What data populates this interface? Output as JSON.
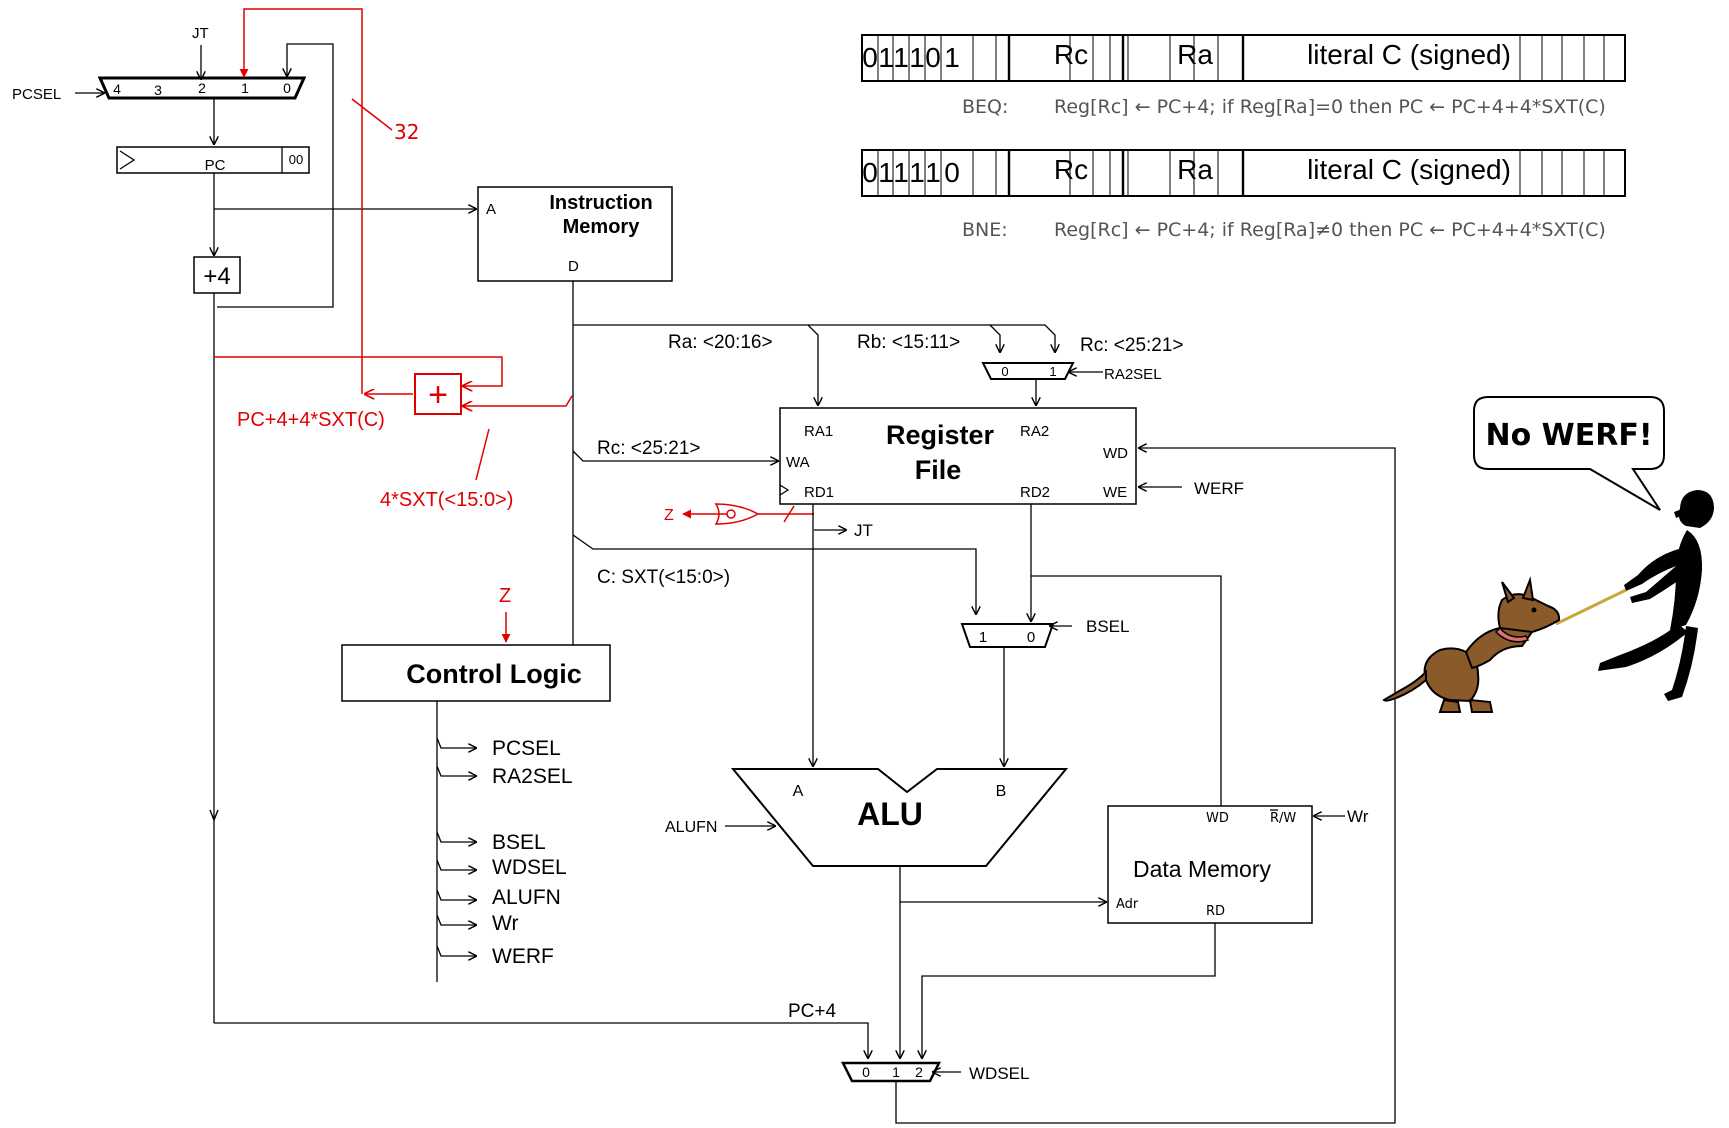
{
  "instruction_formats": [
    {
      "opcode_bits": [
        "0",
        "1",
        "1",
        "1",
        "0",
        "1"
      ],
      "fields": [
        "Rc",
        "Ra",
        "literal C (signed)"
      ],
      "mnemonic": "BEQ:",
      "description": "Reg[Rc] ← PC+4; if Reg[Ra]=0 then PC ← PC+4+4*SXT(C)"
    },
    {
      "opcode_bits": [
        "0",
        "1",
        "1",
        "1",
        "1",
        "0"
      ],
      "fields": [
        "Rc",
        "Ra",
        "literal C (signed)"
      ],
      "mnemonic": "BNE:",
      "description": "Reg[Rc] ← PC+4; if Reg[Ra]≠0 then PC ← PC+4+4*SXT(C)"
    }
  ],
  "pc_mux": {
    "select_label": "PCSEL",
    "inputs": [
      "4",
      "3",
      "2",
      "1",
      "0"
    ],
    "jt_label": "JT"
  },
  "bus_width_label": "32",
  "pc": {
    "label": "PC",
    "low_bits": "00"
  },
  "adder4": {
    "label": "+4"
  },
  "branch_adder": {
    "label": "+",
    "output_label": "PC+4+4*SXT(C)",
    "offset_label": "4*SXT(<15:0>)"
  },
  "instruction_memory": {
    "title_line1": "Instruction",
    "title_line2": "Memory",
    "port_a": "A",
    "port_d": "D"
  },
  "register_file": {
    "title_line1": "Register",
    "title_line2": "File",
    "ports": {
      "ra1": "RA1",
      "ra2": "RA2",
      "wa": "WA",
      "wd": "WD",
      "rd1": "RD1",
      "rd2": "RD2",
      "we": "WE"
    }
  },
  "field_labels": {
    "ra": "Ra: <20:16>",
    "rb": "Rb: <15:11>",
    "rc_top": "Rc: <25:21>",
    "rc_wa": "Rc: <25:21>",
    "c": "C: SXT(<15:0>)"
  },
  "ra2sel_mux": {
    "inputs": [
      "0",
      "1"
    ],
    "select_label": "RA2SEL"
  },
  "werf_label": "WERF",
  "z_logic": {
    "z_out": "Z",
    "jt_out": "JT",
    "z_in": "Z"
  },
  "control_logic": {
    "title": "Control Logic",
    "outputs": [
      "PCSEL",
      "RA2SEL",
      "BSEL",
      "WDSEL",
      "ALUFN",
      "Wr",
      "WERF"
    ]
  },
  "bsel_mux": {
    "inputs": [
      "1",
      "0"
    ],
    "select_label": "BSEL"
  },
  "alu": {
    "label": "ALU",
    "port_a": "A",
    "port_b": "B",
    "fn_label": "ALUFN"
  },
  "data_memory": {
    "title": "Data Memory",
    "port_wd": "WD",
    "port_rw": "R/W",
    "port_adr": "Adr",
    "port_rd": "RD",
    "wr_label": "Wr"
  },
  "wdsel_mux": {
    "inputs": [
      "0",
      "1",
      "2"
    ],
    "select_label": "WDSEL",
    "pc4_label": "PC+4"
  },
  "cartoon": {
    "speech": "No WERF!"
  }
}
